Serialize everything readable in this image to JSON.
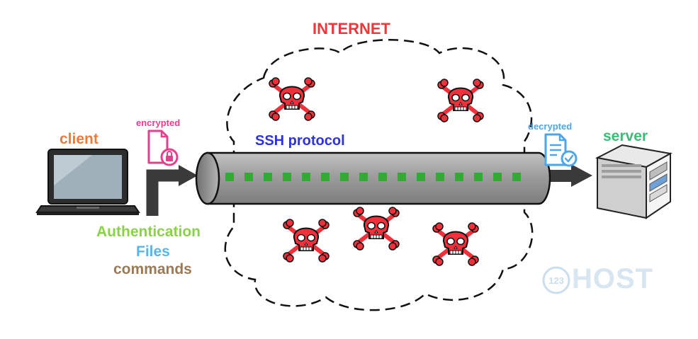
{
  "colors": {
    "internet": "#f0383c",
    "client": "#ef7a3a",
    "server": "#3dbb78",
    "ssh": "#2d31e6",
    "encrypted": "#e6408c",
    "decrypted": "#4ea6e6",
    "authentication": "#8bd14a",
    "files": "#5ab4ec",
    "commands": "#9b7a58",
    "tube": "#9d9d9d",
    "tube_dash": "#33aa33",
    "skull": "#f0303a",
    "watermark": "#8fb8d8"
  },
  "labels": {
    "internet": "INTERNET",
    "client": "client",
    "server": "server",
    "ssh_protocol": "SSH protocol",
    "encrypted": "encrypted",
    "decrypted": "decrypted",
    "authentication": "Authentication",
    "files": "Files",
    "commands": "commands"
  },
  "watermark": {
    "badge": "123",
    "text": "HOST"
  },
  "icons": {
    "client": "laptop-icon",
    "server": "server-tower-icon",
    "encrypted_file": "locked-file-icon",
    "decrypted_file": "verified-file-icon",
    "threats": "skull-crossbones-icon"
  }
}
